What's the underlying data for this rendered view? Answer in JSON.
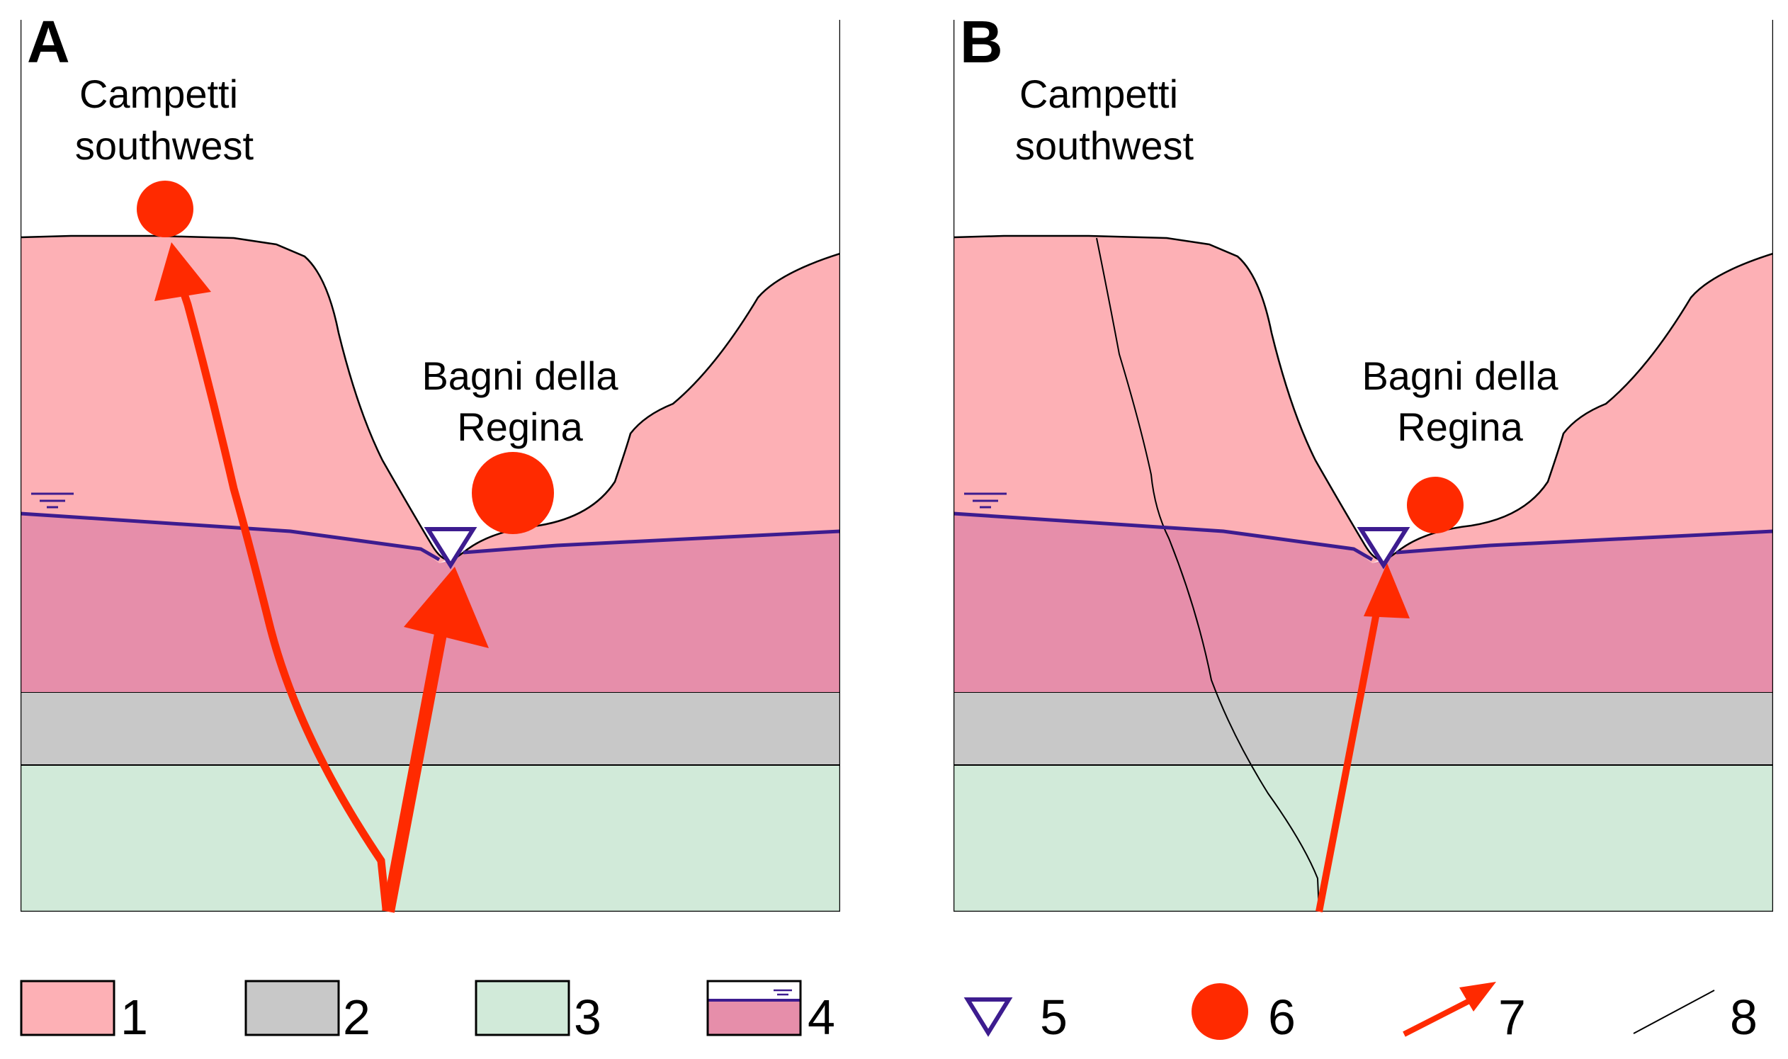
{
  "panels": [
    {
      "letter": "A",
      "label_campetti_line1": "Campetti",
      "label_campetti_line2": "southwest",
      "label_bagni_line1": "Bagni della",
      "label_bagni_line2": "Regina"
    },
    {
      "letter": "B",
      "label_campetti_line1": "Campetti",
      "label_campetti_line2": "southwest",
      "label_bagni_line1": "Bagni della",
      "label_bagni_line2": "Regina"
    }
  ],
  "legend": [
    {
      "number": "1",
      "symbol": "pink-unit-box"
    },
    {
      "number": "2",
      "symbol": "gray-unit-box"
    },
    {
      "number": "3",
      "symbol": "green-unit-box"
    },
    {
      "number": "4",
      "symbol": "saturated-zone-with-water-table-box"
    },
    {
      "number": "5",
      "symbol": "spring-triangle"
    },
    {
      "number": "6",
      "symbol": "red-dot"
    },
    {
      "number": "7",
      "symbol": "red-arrow"
    },
    {
      "number": "8",
      "symbol": "thin-line"
    }
  ],
  "colors": {
    "unit1_pink": "#FDB0B5",
    "unit_saturated": "#E68EAA",
    "unit2_gray": "#C8C8C8",
    "unit3_green": "#D1EAD9",
    "water_table": "#3D1C8F",
    "flow_red": "#FF2A00",
    "outline": "#000000"
  }
}
